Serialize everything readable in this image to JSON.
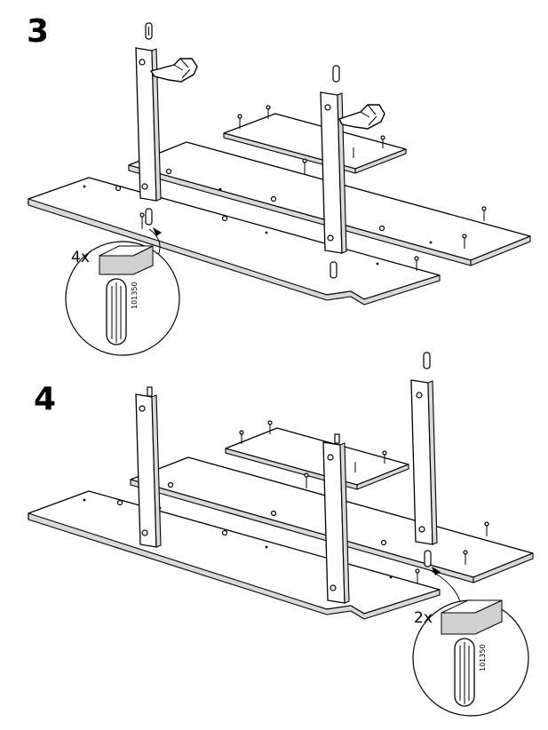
{
  "steps": [
    {
      "number": "3",
      "callout": {
        "quantity": "4x",
        "part_number": "101350"
      },
      "hand_icons": 2
    },
    {
      "number": "4",
      "callout": {
        "quantity": "2x",
        "part_number": "101350"
      },
      "hand_icons": 0
    }
  ],
  "icons": [
    "dowel-icon",
    "pointing-hand-icon",
    "screw-icon",
    "cam-lock-icon"
  ]
}
